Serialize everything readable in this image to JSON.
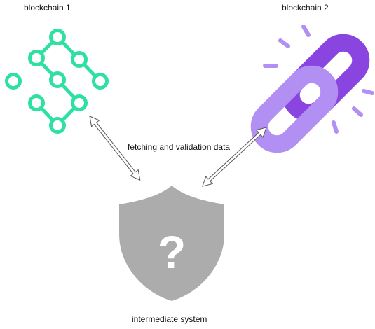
{
  "labels": {
    "blockchain_1": "blockchain 1",
    "blockchain_2": "blockchain 2",
    "connection": "fetching and validation data",
    "intermediate": "intermediate system",
    "shield_symbol": "?"
  },
  "colors": {
    "blockchain_1_icon": "#2ee0a2",
    "chain_link_light": "#b28ff2",
    "chain_link_dark": "#8a45e0",
    "shield": "#acacac",
    "arrow_outline": "#555555"
  },
  "icons": {
    "blockchain_1": "network-nodes-icon",
    "blockchain_2": "chain-link-icon",
    "intermediate": "shield-question-icon"
  }
}
